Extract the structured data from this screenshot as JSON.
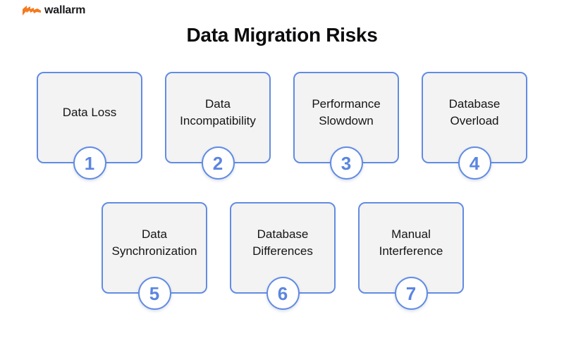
{
  "brand": {
    "name": "wallarm",
    "logo_icon": "wallarm-flag-icon",
    "logo_color": "#f47a1f"
  },
  "title": "Data Migration Risks",
  "colors": {
    "accent": "#628ce2",
    "number": "#5b85e0",
    "card_fill": "#f3f3f4",
    "text": "#151515"
  },
  "risks": [
    {
      "number": "1",
      "lines": [
        "Data Loss"
      ]
    },
    {
      "number": "2",
      "lines": [
        "Data",
        "Incompatibility"
      ]
    },
    {
      "number": "3",
      "lines": [
        "Performance",
        "Slowdown"
      ]
    },
    {
      "number": "4",
      "lines": [
        "Database",
        "Overload"
      ]
    },
    {
      "number": "5",
      "lines": [
        "Data",
        "Synchronization"
      ]
    },
    {
      "number": "6",
      "lines": [
        "Database",
        "Differences"
      ]
    },
    {
      "number": "7",
      "lines": [
        "Manual",
        "Interference"
      ]
    }
  ]
}
